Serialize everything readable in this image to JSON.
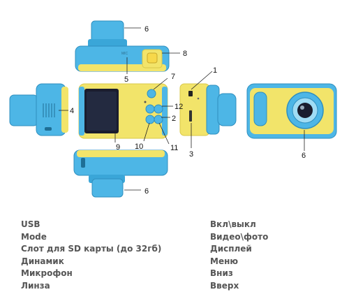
{
  "callouts": {
    "c1": "1",
    "c2": "2",
    "c3": "3",
    "c4": "4",
    "c5": "5",
    "c6_top": "6",
    "c6_front": "6",
    "c6_bottom": "6",
    "c7": "7",
    "c8": "8",
    "c9": "9",
    "c10": "10",
    "c11": "11",
    "c12": "12"
  },
  "mic_label": "MIC",
  "legend_left": [
    "USB",
    "Mode",
    "Слот для SD карты (до 32гб)",
    "Динамик",
    "Микрофон",
    "Линза"
  ],
  "legend_right": [
    "Вкл\\выкл",
    "Видео\\фото",
    "Дисплей",
    "Меню",
    "Вниз",
    "Вверх"
  ],
  "colors": {
    "blue": "#4db6e6",
    "blue_dark": "#2f8fbf",
    "yellow": "#f2e46a",
    "yellow_dark": "#d9c94a",
    "screen": "#1a1d2e"
  },
  "icons": [
    "camera-top-view",
    "camera-back-view",
    "camera-side-view",
    "camera-front-view",
    "lens-icon",
    "button-icon"
  ]
}
